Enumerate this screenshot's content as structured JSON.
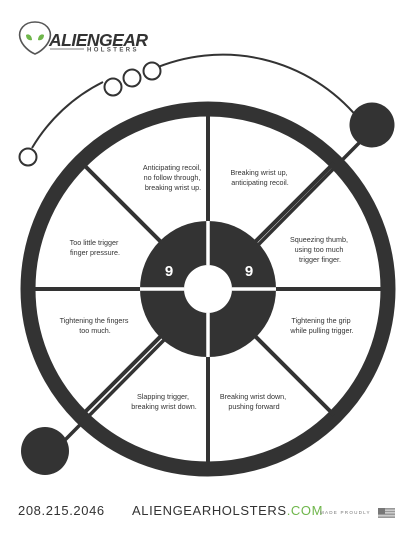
{
  "brand": {
    "name": "ALIENGEAR",
    "sub": "HOLSTERS",
    "phone": "208.215.2046",
    "website_main": "ALIENGEARHOLSTERS",
    "website_tld": ".COM",
    "made_proudly": "MADE PROUDLY"
  },
  "target": {
    "numbers": [
      "9",
      "9"
    ],
    "segments": {
      "upper_left": [
        "Anticipating recoil,",
        "no follow through,",
        "breaking wrist up."
      ],
      "upper_right": [
        "Breaking wrist up,",
        "anticipating recoil."
      ],
      "right_upper": [
        "Squeezing thumb,",
        "using too much",
        "trigger finger."
      ],
      "right_lower": [
        "Tightening the grip",
        "while pulling trigger."
      ],
      "lower_right": [
        "Breaking wrist down,",
        "pushing forward"
      ],
      "lower_left": [
        "Slapping trigger,",
        "breaking wrist down."
      ],
      "left_lower": [
        "Tightening the fingers",
        "too much."
      ],
      "left_upper": [
        "Too little trigger",
        "finger pressure."
      ]
    }
  },
  "colors": {
    "dark": "#333333",
    "accent_green": "#6fb64b"
  }
}
